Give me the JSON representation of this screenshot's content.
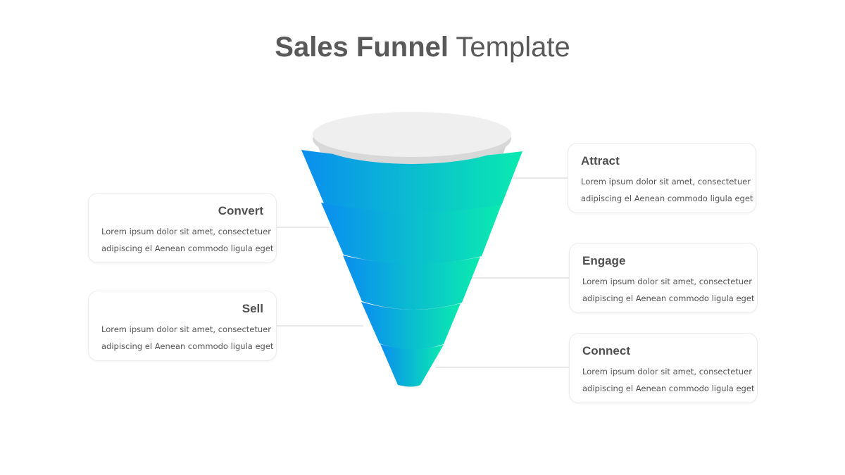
{
  "title": {
    "bold": "Sales Funnel",
    "light": " Template"
  },
  "colors": {
    "gradient_start": "#0a8ef0",
    "gradient_end": "#0aeab0",
    "title": "#595959"
  },
  "stages": [
    {
      "name": "Attract",
      "line1": "Lorem ipsum dolor sit amet, consectetuer",
      "line2": "adipiscing el Aenean commodo ligula eget"
    },
    {
      "name": "Convert",
      "line1": "Lorem ipsum dolor sit amet, consectetuer",
      "line2": "adipiscing el Aenean commodo ligula eget"
    },
    {
      "name": "Engage",
      "line1": "Lorem ipsum dolor sit amet, consectetuer",
      "line2": "adipiscing el Aenean commodo ligula eget"
    },
    {
      "name": "Sell",
      "line1": "Lorem ipsum dolor sit amet, consectetuer",
      "line2": "adipiscing el Aenean commodo ligula eget"
    },
    {
      "name": "Connect",
      "line1": "Lorem ipsum dolor sit amet, consectetuer",
      "line2": "adipiscing el Aenean commodo ligula eget"
    }
  ]
}
